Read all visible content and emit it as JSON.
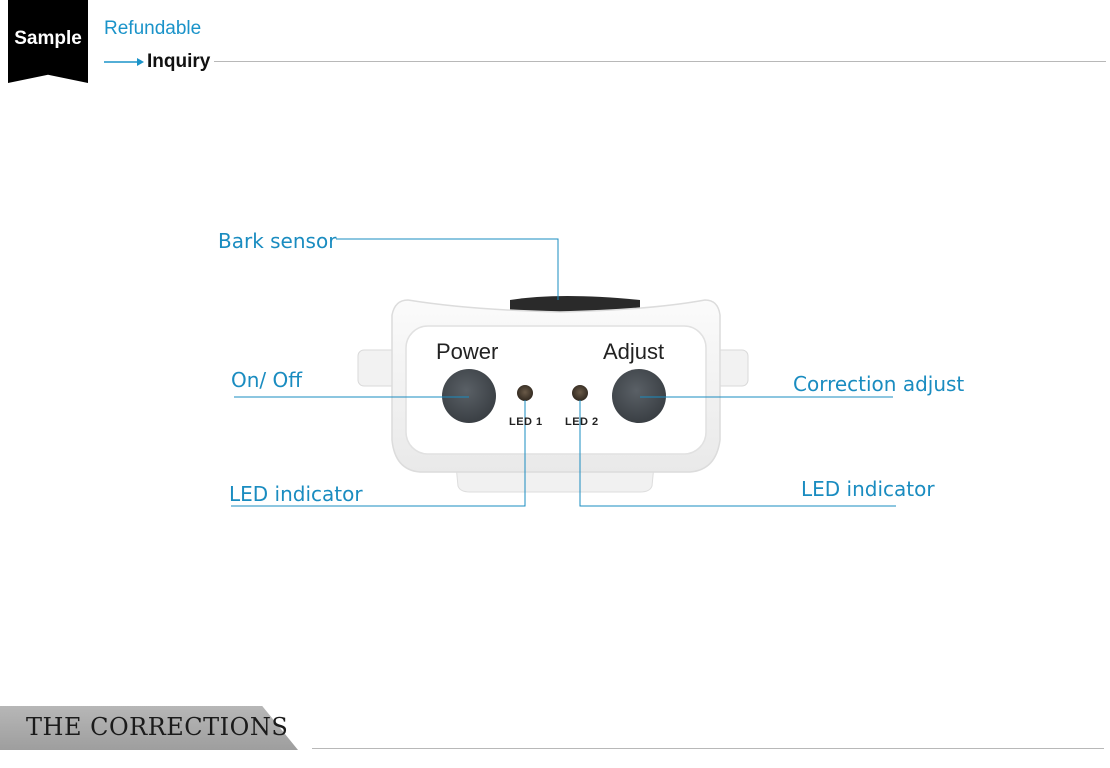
{
  "header": {
    "badge": "Sample",
    "refundable": "Refundable",
    "inquiry": "Inquiry"
  },
  "device": {
    "power_label": "Power",
    "adjust_label": "Adjust",
    "led1_label": "LED 1",
    "led2_label": "LED 2"
  },
  "callouts": {
    "bark_sensor": "Bark sensor",
    "on_off": "On/ Off",
    "correction_adjust": "Correction adjust",
    "led_left": "LED indicator",
    "led_right": "LED indicator"
  },
  "footer": {
    "title": "THE CORRECTIONS"
  },
  "colors": {
    "accent": "#1a8cc0",
    "badge": "#000000",
    "footer_tab": "#a9a9a9"
  }
}
